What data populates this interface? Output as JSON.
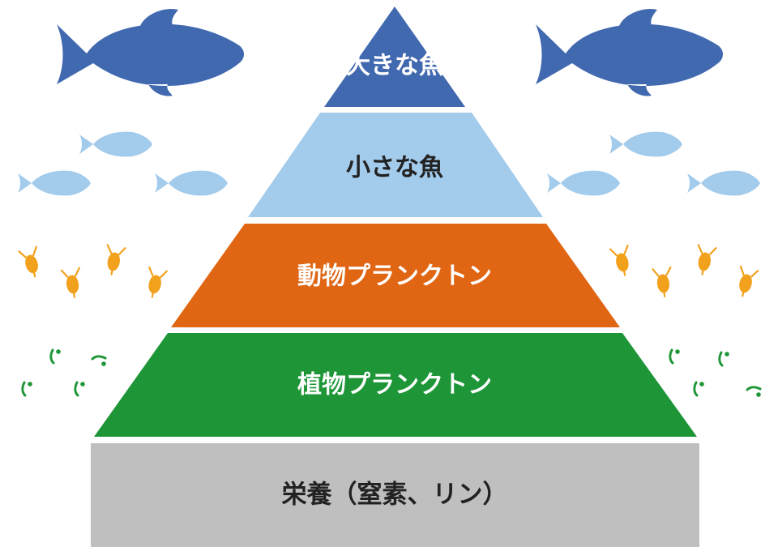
{
  "pyramid": {
    "tiers": [
      {
        "label": "大きな魚",
        "color": "#4169b0"
      },
      {
        "label": "小さな魚",
        "color": "#a3cbeb"
      },
      {
        "label": "動物プランクトン",
        "color": "#e06614"
      },
      {
        "label": "植物プランクトン",
        "color": "#1e9637"
      }
    ],
    "base": {
      "label": "栄養（窒素、リン）",
      "color": "#bfbfbf"
    }
  },
  "decorations": {
    "large_fish_color": "#4169b0",
    "small_fish_color": "#a3cbeb",
    "zooplankton_color": "#f2a11c",
    "phytoplankton_color": "#1e9637",
    "large_fish_icon": "fish-icon",
    "small_fish_icon": "fish-icon",
    "zooplankton_icon": "copepod-icon",
    "phytoplankton_icon": "algae-icon"
  }
}
